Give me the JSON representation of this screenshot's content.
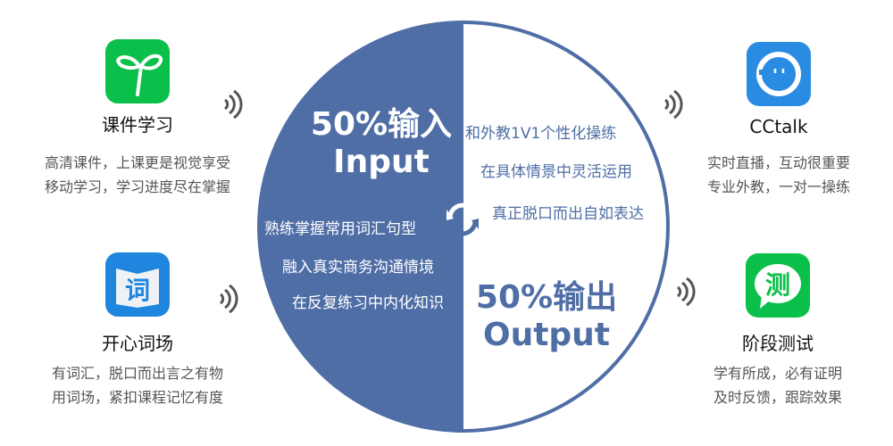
{
  "input": {
    "title": "50%输入",
    "subtitle": "Input",
    "points": [
      "熟练掌握常用词汇句型",
      "融入真实商务沟通情境",
      "在反复练习中内化知识"
    ]
  },
  "output": {
    "title": "50%输出",
    "subtitle": "Output",
    "points": [
      "和外教1V1个性化操练",
      "在具体情景中灵活运用",
      "真正脱口而出自如表达"
    ]
  },
  "features": [
    {
      "title": "课件学习",
      "desc": [
        "高清课件，上课更是视觉享受",
        "移动学习，学习进度尽在掌握"
      ],
      "icon": "sprout-icon",
      "color": "#0bc04a"
    },
    {
      "title": "开心词场",
      "desc": [
        "有词汇，脱口而出言之有物",
        "用词场，紧扣课程记忆有度"
      ],
      "icon": "book-ci-icon",
      "color": "#1f86e0"
    },
    {
      "title": "CCtalk",
      "desc": [
        "实时直播，互动很重要",
        "专业外教，一对一操练"
      ],
      "icon": "cctalk-face-icon",
      "color": "#2a8be3"
    },
    {
      "title": "阶段测试",
      "desc": [
        "学有所成，必有证明",
        "及时反馈，跟踪效果"
      ],
      "icon": "test-bubble-icon",
      "color": "#0bc04a",
      "glyph": "测"
    }
  ],
  "colors": {
    "primary": "#4f6ea6"
  }
}
